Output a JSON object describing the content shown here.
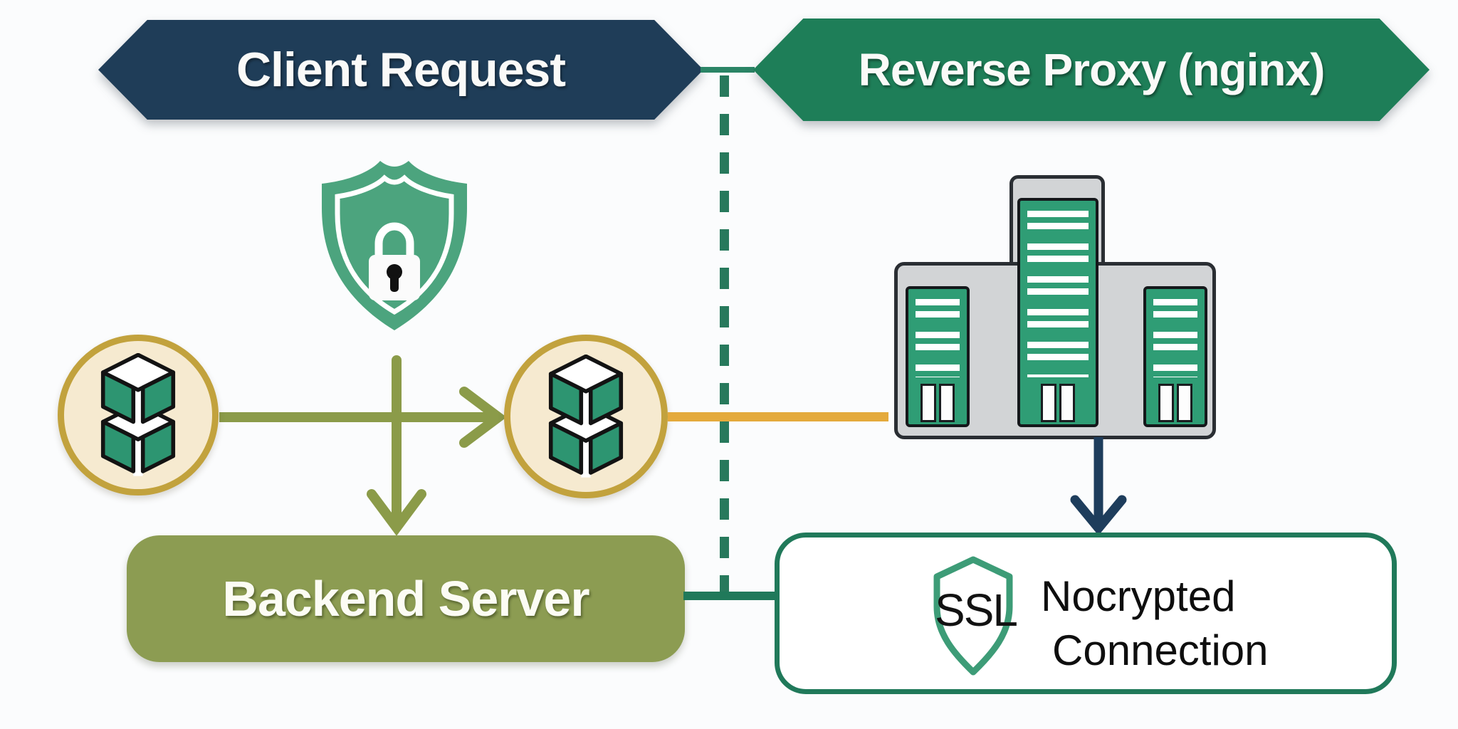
{
  "title": "Reverse proxy architecture diagram",
  "banners": {
    "client": {
      "label": "Client Request"
    },
    "proxy": {
      "label": "Reverse Proxy (nginx)"
    }
  },
  "nodes": {
    "backend": {
      "label": "Backend Server"
    },
    "ssl": {
      "badge": "SSL",
      "line1": "Nocrypted",
      "line2": "Connection"
    }
  },
  "icons": {
    "shield_lock": "shield-lock-icon",
    "cube_stack_left": "cube-stack-icon",
    "cube_stack_right": "cube-stack-icon",
    "server_cluster": "server-cluster-icon",
    "ssl_shield": "ssl-shield-icon"
  },
  "colors": {
    "banner_navy": "#1F3D58",
    "banner_green": "#1E7E58",
    "connector_teal": "#2B8566",
    "dashed_teal": "#27795C",
    "olive_arrow": "#8B9B49",
    "backend_fill": "#8C9C52",
    "gold_ring": "#C2A23D",
    "circle_fill": "#F6EAD0",
    "cube_green": "#2D9571",
    "yellow_connector": "#E4AA3C",
    "navy_arrow": "#1E3D5C",
    "server_gray": "#D2D4D6",
    "panel_green": "#2F9D75",
    "ssl_border": "#20795A"
  }
}
